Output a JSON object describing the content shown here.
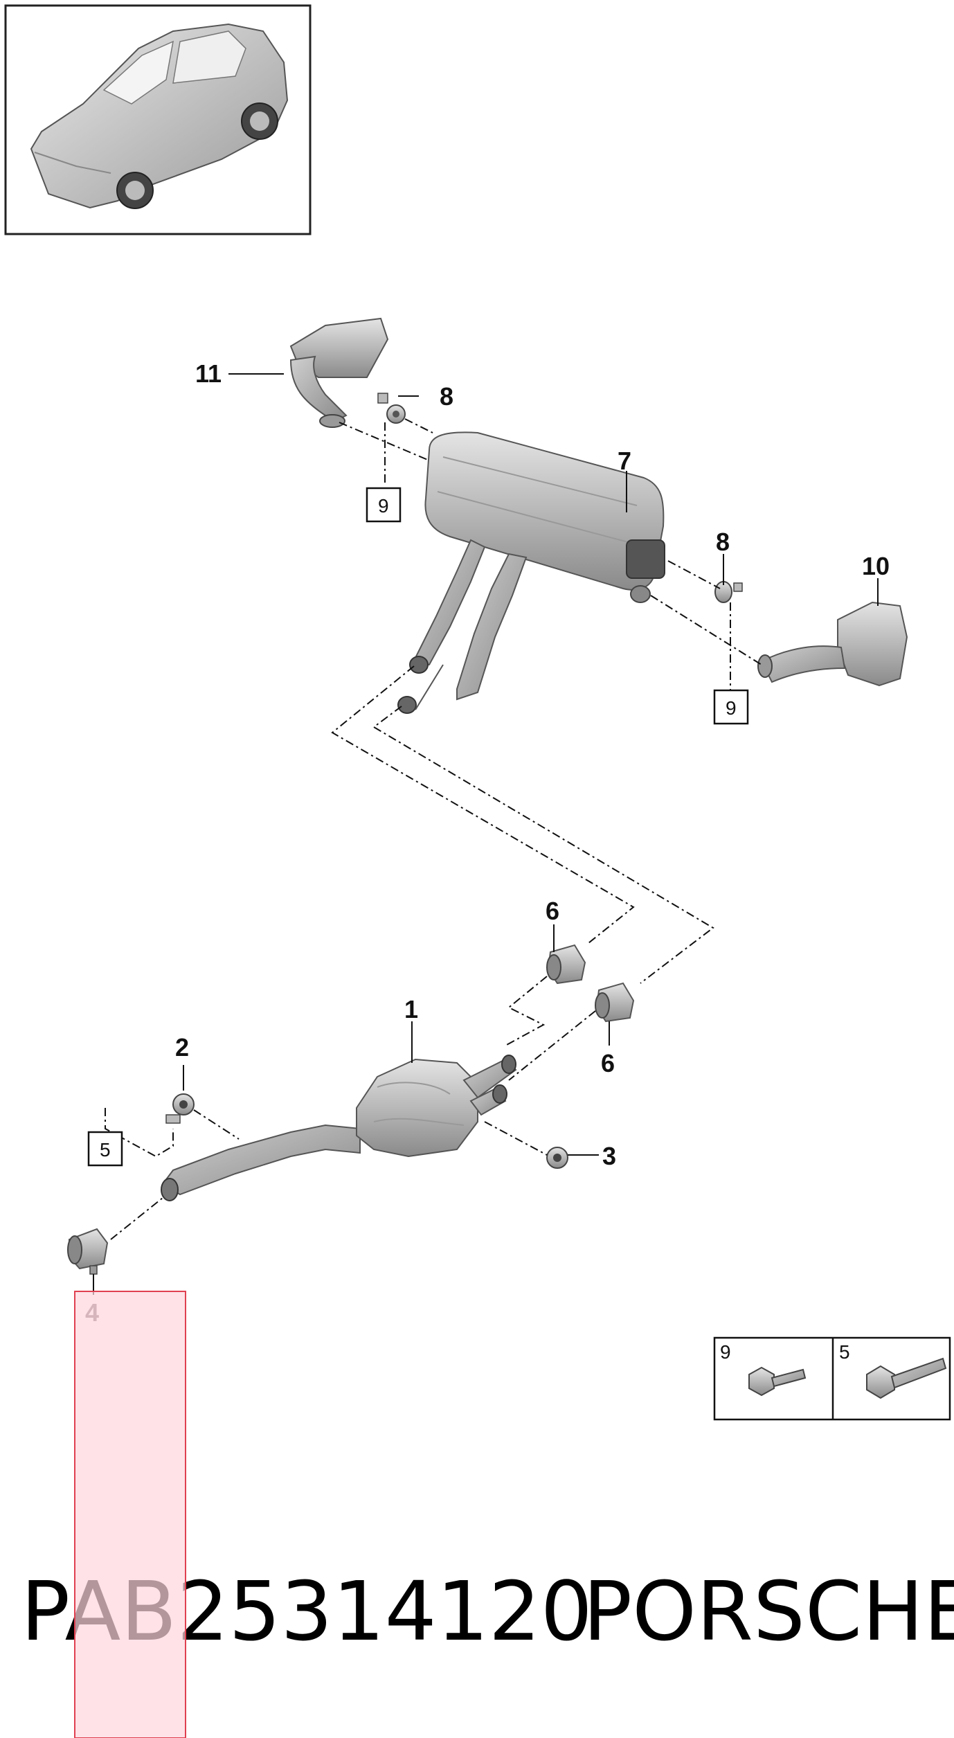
{
  "callouts": {
    "c1": "1",
    "c2": "2",
    "c3": "3",
    "c4": "4",
    "c6a": "6",
    "c6b": "6",
    "c7": "7",
    "c8a": "8",
    "c8b": "8",
    "c10": "10",
    "c11": "11"
  },
  "boxes": {
    "b9a": "9",
    "b9b": "9",
    "b5": "5"
  },
  "legend": {
    "left": "9",
    "right": "5"
  },
  "footer": {
    "part_number": "PAB25314120",
    "brand": "PORSCHE"
  },
  "colors": {
    "highlight": "#ffe0e6",
    "highlight_border": "#e04050",
    "part_fill": "#bdbdbd"
  }
}
